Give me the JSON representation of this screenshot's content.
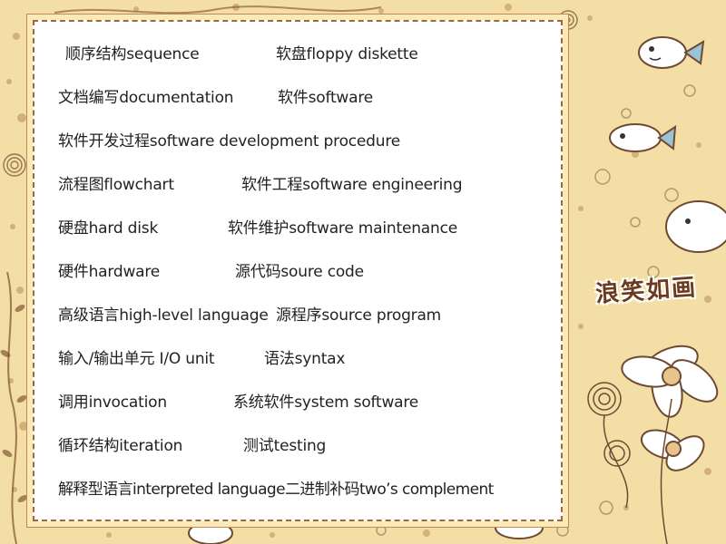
{
  "slide": {
    "brand": "浪笑如画",
    "rows": [
      {
        "left": "顺序结构sequence",
        "right": "软盘floppy diskette"
      },
      {
        "left": "文档编写documentation",
        "right": "软件software"
      },
      {
        "left": "软件开发过程software development procedure",
        "right": ""
      },
      {
        "left": "流程图flowchart",
        "right": "软件工程software engineering"
      },
      {
        "left": "硬盘hard disk",
        "right": "软件维护software maintenance"
      },
      {
        "left": "硬件hardware",
        "right": "源代码soure code"
      },
      {
        "left": "高级语言high-level language",
        "right": "源程序source program"
      },
      {
        "left": "输入/输出单元 I/O unit",
        "right": "语法syntax"
      },
      {
        "left": "调用invocation",
        "right": "系统软件system software"
      },
      {
        "left": "循环结构iteration",
        "right": "测试testing"
      },
      {
        "left": "解释型语言interpreted language",
        "right": "二进制补码two’s complement"
      }
    ]
  }
}
